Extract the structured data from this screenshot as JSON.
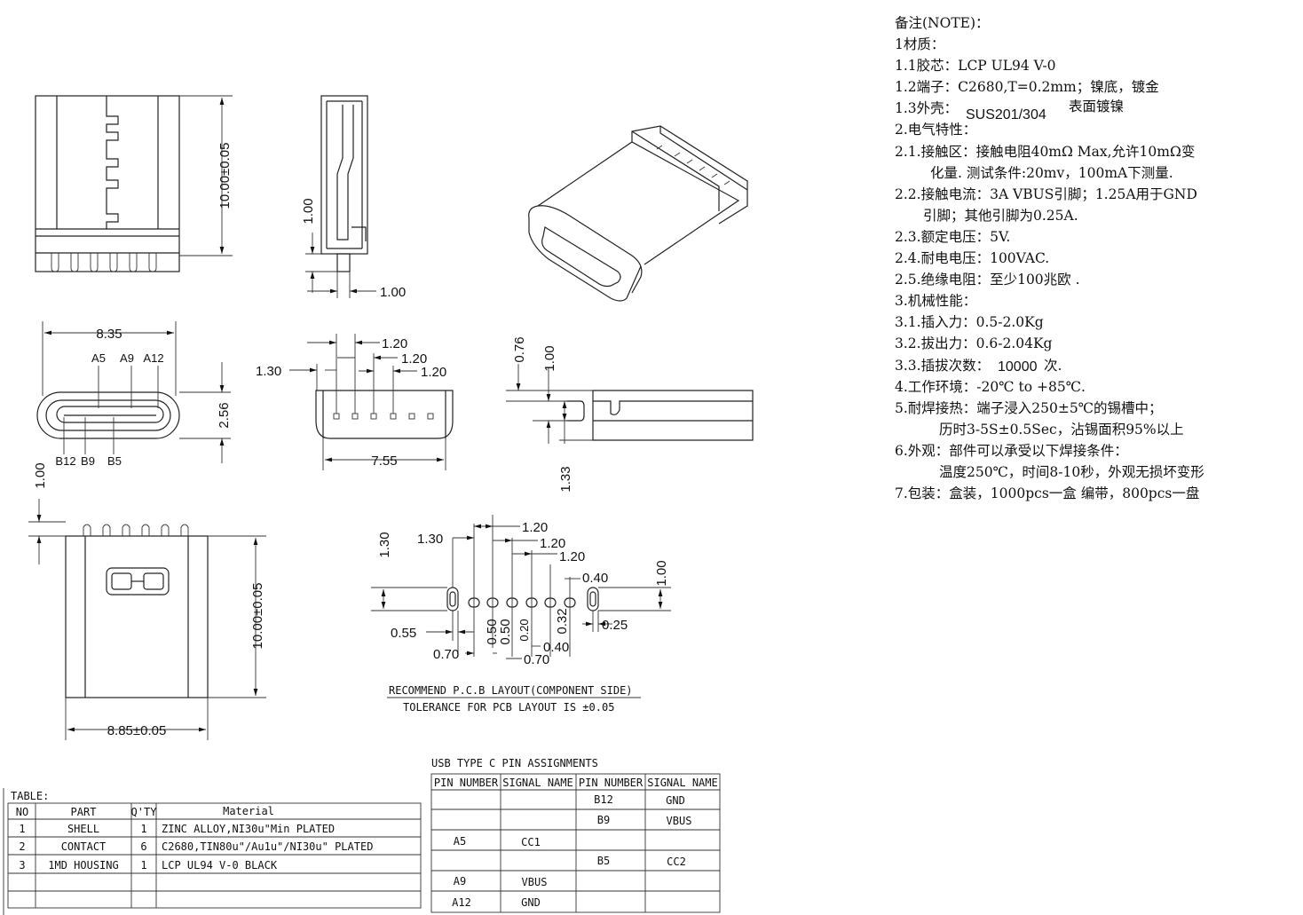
{
  "notes": {
    "title": "备注(NOTE)：",
    "lines": [
      "1材质：",
      "1.1胶芯：LCP UL94 V-0",
      "1.2端子：C2680,T=0.2mm；镍底，镀金",
      "1.3外壳：",
      "2.电气特性：",
      "2.1.接触区：接触电阻40mΩ Max,允许10mΩ变",
      "化量. 测试条件:20mv，100mA下测量.",
      "2.2.接触电流：3A VBUS引脚；1.25A用于GND",
      "引脚；其他引脚为0.25A.",
      "2.3.额定电压：5V.",
      "2.4.耐电电压：100VAC.",
      "2.5.绝缘电阻：至少100兆欧 .",
      "3.机械性能：",
      "3.1.插入力：0.5-2.0Kg",
      "3.2.拔出力：0.6-2.04Kg",
      "3.3.插拔次数：",
      "4.工作环境：-20℃ to +85℃.",
      "5.耐焊接热：端子浸入250±5℃的锡槽中；",
      "历时3-5S±0.5Sec，沾锡面积95%以上",
      "6.外观：部件可以承受以下焊接条件：",
      "温度250℃，时间8-10秒，外观无损坏变形",
      "7.包装：盒装，1000pcs一盒 编带，800pcs一盘"
    ],
    "shell_material": "SUS201/304",
    "shell_finish": "表面镀镍",
    "cycles": "10000",
    "cycles_unit": "次."
  },
  "dims": {
    "d_10_top": "10.00±0.05",
    "d_1_00_a": "1.00",
    "d_1_00_b": "1.00",
    "d_8_35": "8.35",
    "d_2_56": "2.56",
    "d_1_20_a": "1.20",
    "d_1_20_b": "1.20",
    "d_1_20_c": "1.20",
    "d_1_30_a": "1.30",
    "d_7_55": "7.55",
    "d_0_76": "0.76",
    "d_1_00_c": "1.00",
    "d_1_33": "1.33",
    "d_1_00_d": "1.00",
    "d_10_bot": "10.00±0.05",
    "d_8_85": "8.85±0.05"
  },
  "pins_front": {
    "a5": "A5",
    "a9": "A9",
    "a12": "A12",
    "b12": "B12",
    "b9": "B9",
    "b5": "B5"
  },
  "pcb": {
    "d_1_30_v": "1.30",
    "d_1_30_h": "1.30",
    "d_1_20_1": "1.20",
    "d_1_20_2": "1.20",
    "d_1_20_3": "1.20",
    "d_0_40_t": "0.40",
    "d_1_00_r": "1.00",
    "d_0_25": "0.25",
    "d_0_55": "0.55",
    "d_0_70_a": "0.70",
    "d_0_50_a": "0.50",
    "d_0_50_b": "0.50",
    "d_0_20": "0.20",
    "d_0_32": "0.32",
    "d_0_40_b": "0.40",
    "d_0_70_b": "0.70",
    "title": "RECOMMEND P.C.B LAYOUT(COMPONENT SIDE)",
    "tolerance": "TOLERANCE FOR PCB LAYOUT IS ±0.05"
  },
  "bom": {
    "caption": "TABLE:",
    "headers": [
      "NO",
      "PART",
      "Q'TY",
      "Material"
    ],
    "rows": [
      [
        "1",
        "SHELL",
        "1",
        "ZINC ALLOY,NI30u\"Min PLATED"
      ],
      [
        "2",
        "CONTACT",
        "6",
        "C2680,TIN80u\"/Au1u\"/NI30u\" PLATED"
      ],
      [
        "3",
        "1MD HOUSING",
        "1",
        "LCP UL94 V-0 BLACK"
      ],
      [
        "",
        "",
        "",
        ""
      ],
      [
        "",
        "",
        "",
        ""
      ]
    ]
  },
  "pin_table": {
    "caption": "USB TYPE C PIN ASSIGNMENTS",
    "headers": [
      "PIN NUMBER",
      "SIGNAL NAME",
      "PIN NUMBER",
      "SIGNAL NAME"
    ],
    "rows": [
      [
        "",
        "",
        "B12",
        "GND"
      ],
      [
        "",
        "",
        "B9",
        "VBUS"
      ],
      [
        "A5",
        "CC1",
        "",
        ""
      ],
      [
        "",
        "",
        "B5",
        "CC2"
      ],
      [
        "A9",
        "VBUS",
        "",
        ""
      ],
      [
        "A12",
        "GND",
        "",
        ""
      ]
    ]
  }
}
